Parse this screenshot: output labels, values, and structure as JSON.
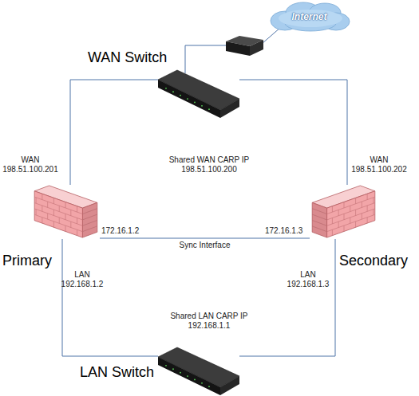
{
  "diagram": {
    "nodes": [
      {
        "text": [
          "Internet"
        ]
      },
      {
        "text": [
          "WAN Switch"
        ]
      },
      {
        "text": [
          "Primary"
        ]
      },
      {
        "text": [
          "Secondary"
        ]
      },
      {
        "text": [
          "LAN Switch"
        ]
      }
    ],
    "edges": [
      {
        "from": 1,
        "to": 2,
        "arrow": "none"
      },
      {
        "from": 1,
        "to": 3,
        "arrow": "none"
      },
      {
        "from": 2,
        "to": 3,
        "label": "Sync Interface",
        "arrow": "none"
      },
      {
        "from": 2,
        "to": 4,
        "arrow": "none"
      },
      {
        "from": 3,
        "to": 4,
        "arrow": "none"
      }
    ],
    "labels": [
      "WAN 198.51.100.201",
      "Shared WAN CARP IP 198.51.100.200",
      "WAN 198.51.100.202",
      "172.16.1.2",
      "172.16.1.3",
      "LAN 192.168.1.2",
      "LAN 192.168.1.3",
      "Shared LAN CARP IP 192.168.1.1"
    ]
  }
}
